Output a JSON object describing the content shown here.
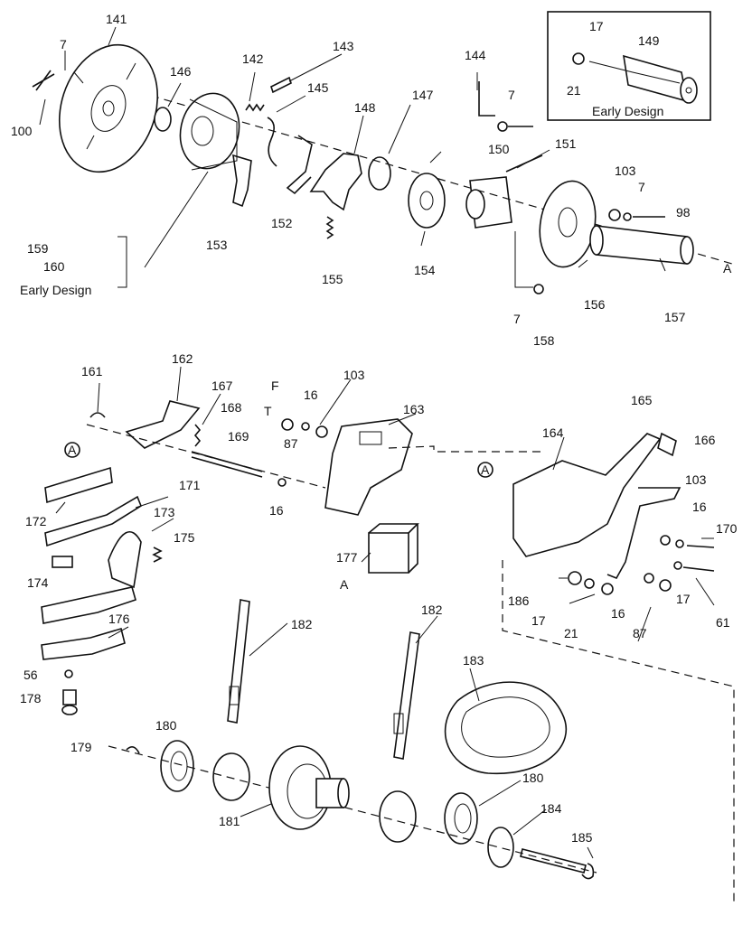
{
  "inset": {
    "label_early": "Early Design",
    "parts": [
      "17",
      "149",
      "21"
    ]
  },
  "top_group": {
    "caption_early": "Early Design",
    "part_159": "159",
    "part_160": "160"
  },
  "section_marks": {
    "A": "A",
    "F": "F",
    "T": "T"
  },
  "callouts": {
    "c141": "141",
    "c7a": "7",
    "c146": "146",
    "c142": "142",
    "c143": "143",
    "c145": "145",
    "c100": "100",
    "c148": "148",
    "c147": "147",
    "c144": "144",
    "c7b": "7",
    "c150": "150",
    "c151": "151",
    "c103a": "103",
    "c7c": "7",
    "c98": "98",
    "c152": "152",
    "c153": "153",
    "c155": "155",
    "c154": "154",
    "c156": "156",
    "c157": "157",
    "c7d": "7",
    "c158": "158",
    "c161": "161",
    "c162": "162",
    "c167": "167",
    "c168": "168",
    "c169": "169",
    "c16a": "16",
    "c103b": "103",
    "c163": "163",
    "c87a": "87",
    "c16b": "16",
    "c164": "164",
    "c165": "165",
    "c166": "166",
    "c103c": "103",
    "c16c": "16",
    "c170": "170",
    "c171": "171",
    "c172": "172",
    "c173": "173",
    "c175": "175",
    "c174": "174",
    "c177": "177",
    "c176": "176",
    "c56": "56",
    "c178": "178",
    "c186": "186",
    "c17a": "17",
    "c21": "21",
    "c16d": "16",
    "c87b": "87",
    "c17b": "17",
    "c61": "61",
    "c182a": "182",
    "c182b": "182",
    "c183": "183",
    "c179": "179",
    "c180a": "180",
    "c181": "181",
    "c180b": "180",
    "c184": "184",
    "c185": "185"
  }
}
